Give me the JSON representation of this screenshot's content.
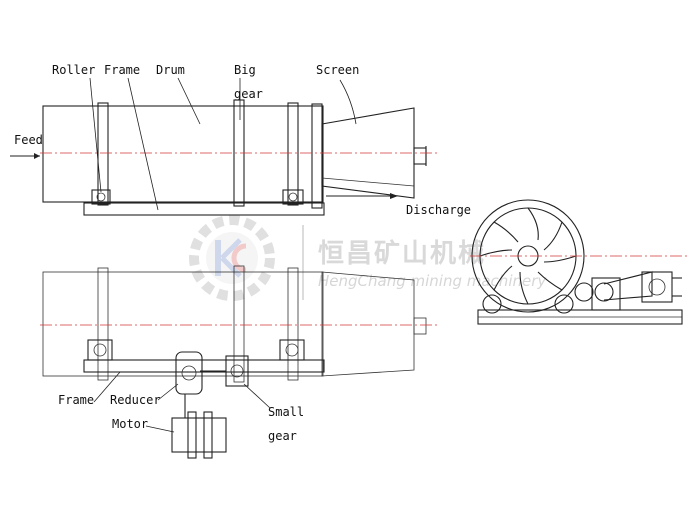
{
  "labels": {
    "feed": "Feed",
    "roller": "Roller",
    "frame_top": "Frame",
    "drum": "Drum",
    "big_gear_line1": "Big",
    "big_gear_line2": "gear",
    "screen": "Screen",
    "discharge": "Discharge",
    "frame_bottom": "Frame",
    "reducer": "Reducer",
    "motor": "Motor",
    "small_gear_line1": "Small",
    "small_gear_line2": "gear"
  },
  "watermark": {
    "brand_cn": "恒昌矿山机械",
    "brand_en": "HengChang mining machinery"
  },
  "colors": {
    "line": "#222222",
    "centerline": "#d23a3a",
    "watermark": "#d9d9d9",
    "logo_red": "#e8a0a0",
    "logo_blue": "#a8b8e0"
  }
}
